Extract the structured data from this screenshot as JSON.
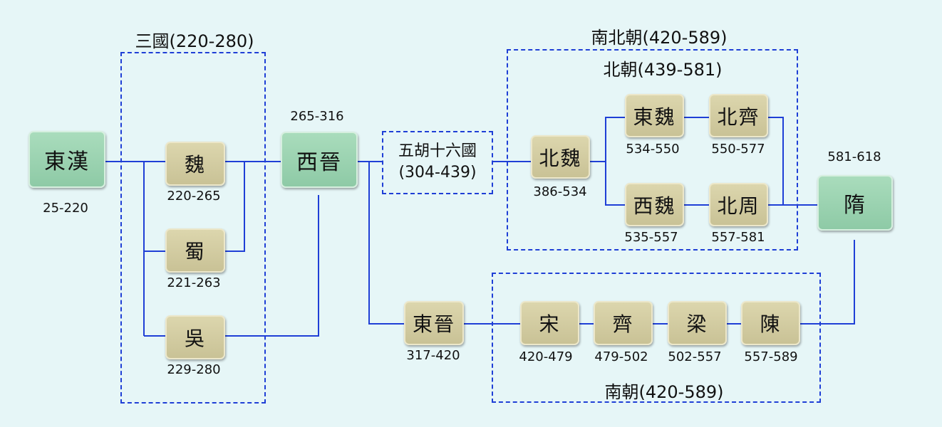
{
  "groups": {
    "sanguo": "三國(220-280)",
    "nanbeichao": "南北朝(420-589)",
    "beichao": "北朝(439-581)",
    "nanchao": "南朝(420-589)",
    "wuhu_name": "五胡十六國",
    "wuhu_years": "(304-439)"
  },
  "nodes": {
    "donghan": {
      "name": "東漢",
      "years": "25-220"
    },
    "wei": {
      "name": "魏",
      "years": "220-265"
    },
    "shu": {
      "name": "蜀",
      "years": "221-263"
    },
    "wu": {
      "name": "吳",
      "years": "229-280"
    },
    "xijin": {
      "name": "西晉",
      "years": "265-316"
    },
    "dongjin": {
      "name": "東晉",
      "years": "317-420"
    },
    "beiwei": {
      "name": "北魏",
      "years": "386-534"
    },
    "dongwei": {
      "name": "東魏",
      "years": "534-550"
    },
    "beiqi": {
      "name": "北齊",
      "years": "550-577"
    },
    "xiwei": {
      "name": "西魏",
      "years": "535-557"
    },
    "beizhou": {
      "name": "北周",
      "years": "557-581"
    },
    "song": {
      "name": "宋",
      "years": "420-479"
    },
    "qi": {
      "name": "齊",
      "years": "479-502"
    },
    "liang": {
      "name": "梁",
      "years": "502-557"
    },
    "chen": {
      "name": "陳",
      "years": "557-589"
    },
    "sui": {
      "name": "隋",
      "years": "581-618"
    }
  },
  "colors": {
    "line": "#1f3fd6",
    "dashed_border": "#1f3fd6",
    "major_fill": "#8ecaa6",
    "minor_fill": "#c9c296",
    "background": "#e6f6f7"
  }
}
